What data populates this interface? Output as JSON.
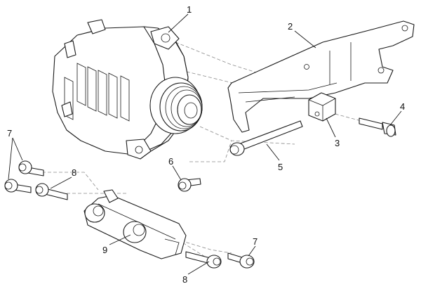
{
  "callouts": [
    {
      "id": "c1",
      "text": "1"
    },
    {
      "id": "c2",
      "text": "2"
    },
    {
      "id": "c3",
      "text": "3"
    },
    {
      "id": "c4",
      "text": "4"
    },
    {
      "id": "c5",
      "text": "5"
    },
    {
      "id": "c6",
      "text": "6"
    },
    {
      "id": "c7a",
      "text": "7"
    },
    {
      "id": "c7b",
      "text": "7"
    },
    {
      "id": "c8a",
      "text": "8"
    },
    {
      "id": "c8b",
      "text": "8"
    },
    {
      "id": "c9",
      "text": "9"
    }
  ],
  "colors": {
    "line": "#1a1a1a",
    "dash": "#8a8a8a",
    "background": "#ffffff"
  }
}
